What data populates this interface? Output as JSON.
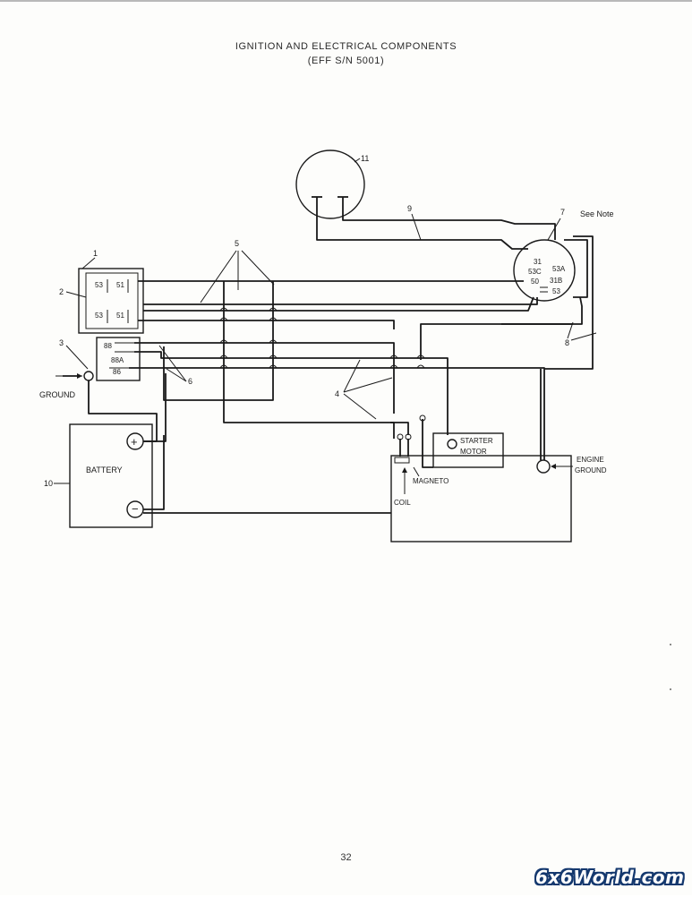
{
  "title": {
    "line1": "IGNITION AND ELECTRICAL COMPONENTS",
    "line2": "(EFF S/N 5001)"
  },
  "labels": {
    "n1": "1",
    "n2": "2",
    "n3": "3",
    "n4": "4",
    "n5": "5",
    "n6": "6",
    "n7": "7",
    "n8": "8",
    "n9": "9",
    "n10": "10",
    "n11": "11",
    "see_note": "See Note",
    "ground": "GROUND",
    "battery": "BATTERY",
    "battery_plus": "+",
    "battery_minus": "−",
    "starter": "STARTER",
    "motor": "MOTOR",
    "magneto": "MAGNETO",
    "coil": "COIL",
    "engine": "ENGINE",
    "engine_ground": "GROUND"
  },
  "terminals": {
    "relay_upper_53": "53",
    "relay_upper_51": "51",
    "relay_lower_53": "53",
    "relay_lower_51": "51",
    "relay3_88": "88",
    "relay3_88a": "88A",
    "relay3_86": "86",
    "switch_31": "31",
    "switch_53c": "53C",
    "switch_53a": "53A",
    "switch_50": "50",
    "switch_31b": "31B",
    "switch_53": "53"
  },
  "page_number": "32",
  "watermark": "6x6World.com"
}
